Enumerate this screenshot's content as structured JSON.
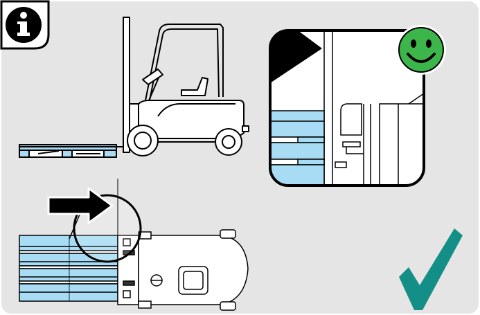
{
  "figure": {
    "kind": "forklift-pallet-entry-instruction",
    "icons": {
      "info": "info-icon",
      "smiley": "smiley-face-icon",
      "check": "checkmark-icon",
      "arrow": "right-arrow-icon"
    },
    "colors": {
      "background": "#e5e5e5",
      "pallet": "#a8dcf4",
      "outline": "#000000",
      "smiley": "#3cb54a",
      "check": "#138f87",
      "badge": "#ffffff"
    },
    "panels": [
      {
        "id": "side-view",
        "description_visible": false
      },
      {
        "id": "zoom-detail",
        "description_visible": false
      },
      {
        "id": "top-view",
        "description_visible": false
      },
      {
        "id": "confirmation",
        "description_visible": false
      }
    ]
  }
}
